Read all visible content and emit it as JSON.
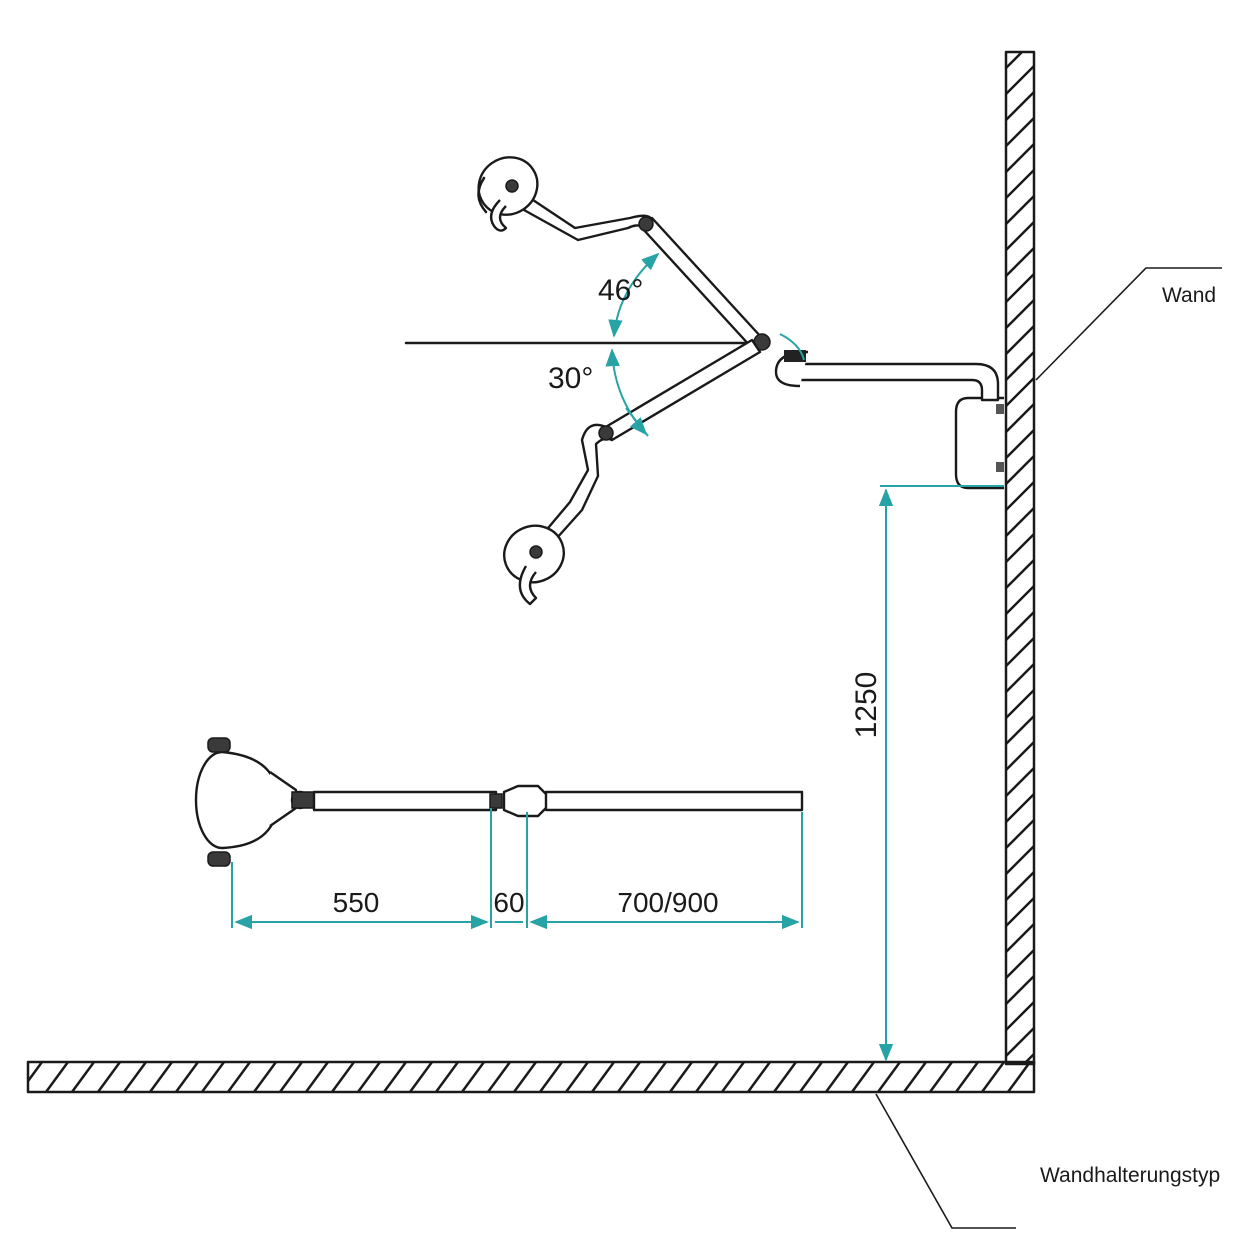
{
  "labels": {
    "wall": "Wand",
    "mount_type": "Wandhalterungstyp"
  },
  "dimensions": {
    "angle_up": "46°",
    "angle_down": "30°",
    "height": "1250",
    "head_length": "550",
    "joint_length": "60",
    "arm_length": "700/900"
  },
  "colors": {
    "line": "#1a1a1a",
    "dimension": "#27a3a6",
    "background": "#ffffff"
  }
}
